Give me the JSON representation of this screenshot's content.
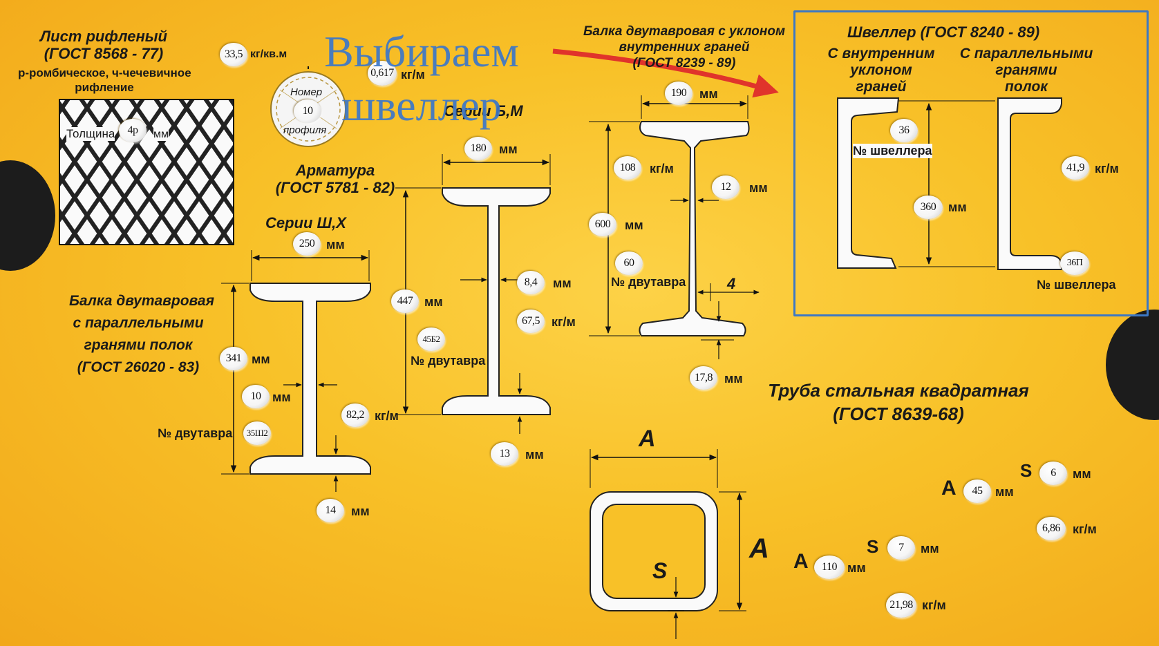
{
  "annotation": {
    "text_line1": "Выбираем",
    "text_line2": "швеллер",
    "arrow_color": "#e0342b",
    "box_color": "#3d78c4"
  },
  "sheet": {
    "title1": "Лист рифленый",
    "title2": "(ГОСТ 8568 - 77)",
    "desc1": "р-ромбическое, ч-чечевичное",
    "desc2": "рифление",
    "thickness_label": "Толщина",
    "thickness_value": "4р",
    "thickness_unit": "мм",
    "mass_area_value": "33,5",
    "mass_area_unit": "кг/кв.м"
  },
  "rebar": {
    "number_label1": "Номер",
    "number_value": "10",
    "number_label2": "профиля",
    "mass_value": "0,617",
    "mass_unit": "кг/м",
    "title1": "Арматура",
    "title2": "(ГОСТ 5781 - 82)"
  },
  "beam_parallel": {
    "series": "Серии Ш,Х",
    "title1": "Балка двутавровая",
    "title2": "с параллельными",
    "title3": "гранями полок",
    "title4": "(ГОСТ 26020 - 83)",
    "width_value": "250",
    "width_unit": "мм",
    "height_value": "341",
    "height_unit": "мм",
    "web_value": "10",
    "web_unit": "мм",
    "number_label": "№ двутавра",
    "number_value": "35Ш2",
    "flange_value": "14",
    "flange_unit": "мм"
  },
  "beam_bm": {
    "series": "Серии Б,М",
    "width_value": "180",
    "width_unit": "мм",
    "height_value": "447",
    "height_unit": "мм",
    "web_value": "8,4",
    "web_unit": "мм",
    "mass_value": "67,5",
    "mass_unit": "кг/м",
    "number_value": "45Б2",
    "number_label": "№ двутавра",
    "mass2_value": "82,2",
    "mass2_unit": "кг/м",
    "flange_value": "13",
    "flange_unit": "мм"
  },
  "beam_slope": {
    "title1": "Балка двутавровая с уклоном",
    "title2": "внутренних граней",
    "title3": "(ГОСТ 8239 - 89)",
    "width_value": "190",
    "width_unit": "мм",
    "mass_value": "108",
    "mass_unit": "кг/м",
    "web_value": "12",
    "web_unit": "мм",
    "height_value": "600",
    "height_unit": "мм",
    "number_value": "60",
    "number_label": "№ двутавра",
    "slope_value": "4",
    "flange_value": "17,8",
    "flange_unit": "мм"
  },
  "channel": {
    "title": "Швеллер (ГОСТ 8240 - 89)",
    "left_title1": "С внутренним",
    "left_title2": "уклоном",
    "left_title3": "граней",
    "right_title1": "С параллельными",
    "right_title2": "гранями",
    "right_title3": "полок",
    "left_number_value": "36",
    "left_number_label": "№ швеллера",
    "height_value": "360",
    "height_unit": "мм",
    "mass_value": "41,9",
    "mass_unit": "кг/м",
    "right_number_value": "36П",
    "right_number_label": "№ швеллера"
  },
  "tube": {
    "title1": "Труба стальная квадратная",
    "title2": "(ГОСТ 8639-68)",
    "dim_a_top": "A",
    "dim_a_side": "A",
    "dim_s": "S",
    "row1_s_label": "S",
    "row1_s_value": "6",
    "row1_s_unit": "мм",
    "row1_a_label": "A",
    "row1_a_value": "45",
    "row1_a_unit": "мм",
    "row1_mass_value": "6,86",
    "row1_mass_unit": "кг/м",
    "row2_s_label": "S",
    "row2_s_value": "7",
    "row2_s_unit": "мм",
    "row2_a_label": "A",
    "row2_a_value": "110",
    "row2_a_unit": "мм",
    "row2_mass_value": "21,98",
    "row2_mass_unit": "кг/м"
  }
}
